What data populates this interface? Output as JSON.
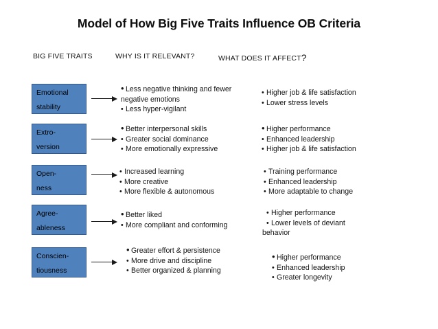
{
  "title": "Model of How Big Five Traits Influence OB Criteria",
  "headers": {
    "traits": "BIG FIVE TRAITS",
    "relevant": "WHY IS IT RELEVANT?",
    "affect": "WHAT DOES IT AFFECT",
    "affect_mark": "?"
  },
  "colors": {
    "box_fill": "#4F81BD",
    "box_border": "#34588A",
    "text": "#0d0d0d",
    "arrow": "#1a1a1a",
    "background": "#ffffff"
  },
  "bullet_glyph": "•",
  "arrow_icon": "right-arrow",
  "rows": [
    {
      "trait_line1": "Emotional",
      "trait_line2": "stability",
      "why": [
        "Less negative thinking and fewer",
        "Less hyper-vigilant"
      ],
      "why_continuation": "negative emotions",
      "affects": [
        "Higher job & life satisfaction",
        "Lower stress levels"
      ]
    },
    {
      "trait_line1": "Extro-",
      "trait_line2": "version",
      "why": [
        "Better interpersonal skills",
        "Greater social dominance",
        "More emotionally expressive"
      ],
      "affects": [
        "Higher performance",
        "Enhanced leadership",
        "Higher job & life satisfaction"
      ]
    },
    {
      "trait_line1": "Open-",
      "trait_line2": "ness",
      "why": [
        "Increased learning",
        "More creative",
        "More flexible & autonomous"
      ],
      "affects": [
        "Training performance",
        "Enhanced leadership",
        "More adaptable to change"
      ]
    },
    {
      "trait_line1": "Agree-",
      "trait_line2": "ableness",
      "why": [
        "Better liked",
        "More compliant and conforming"
      ],
      "affects": [
        "Higher performance",
        "Lower levels of deviant"
      ],
      "affects_continuation": "behavior"
    },
    {
      "trait_line1": "Conscien-",
      "trait_line2": "tiousness",
      "why": [
        "Greater effort & persistence",
        "More drive and discipline",
        "Better organized & planning"
      ],
      "affects": [
        "Higher performance",
        "Enhanced leadership",
        "Greater longevity"
      ]
    }
  ]
}
